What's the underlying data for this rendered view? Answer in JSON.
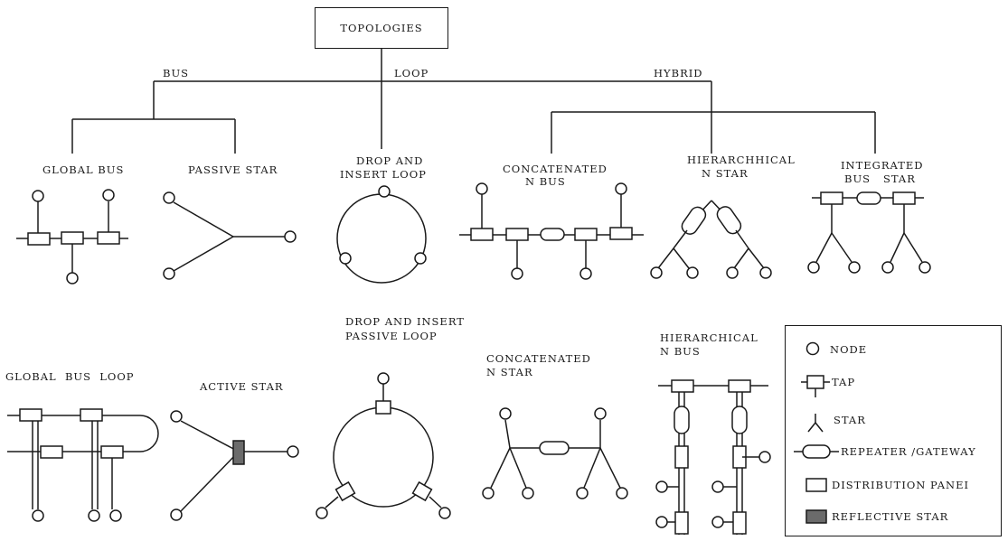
{
  "root": "TOPOLOGIES",
  "branches": {
    "bus": "BUS",
    "loop": "LOOP",
    "hybrid": "HYBRID"
  },
  "topologies": {
    "global_bus": "GLOBAL BUS",
    "passive_star": "PASSIVE STAR",
    "drop_insert_loop_1": "DROP AND",
    "drop_insert_loop_2": "INSERT LOOP",
    "concat_n_bus_1": "CONCATENATED",
    "concat_n_bus_2": "N BUS",
    "hier_n_star_1": "HIERARCHHICAL",
    "hier_n_star_2": "N STAR",
    "integrated_1": "INTEGRATED",
    "integrated_2": "BUS   STAR",
    "global_bus_loop": "GLOBAL  BUS  LOOP",
    "active_star": "ACTIVE STAR",
    "dip_loop_1": "DROP AND INSERT",
    "dip_loop_2": "PASSIVE LOOP",
    "concat_n_star_1": "CONCATENATED",
    "concat_n_star_2": "N STAR",
    "hier_n_bus_1": "HIERARCHICAL",
    "hier_n_bus_2": "N BUS"
  },
  "legend": {
    "node": "NODE",
    "tap": "TAP",
    "star": "STAR",
    "repeater": "REPEATER /GATEWAY",
    "panel": "DISTRIBUTION PANEI",
    "reflective": "REFLECTIVE STAR"
  },
  "colors": {
    "ink": "#1a1a1a",
    "reflective_fill": "#6b6b6b"
  }
}
